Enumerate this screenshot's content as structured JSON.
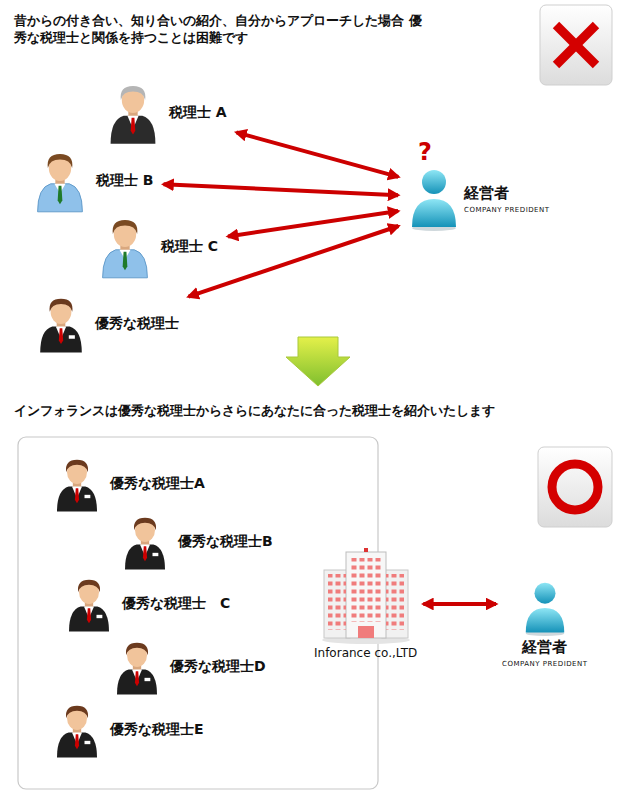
{
  "diagram": {
    "title": "昔からの付き合い、知り合いの紹介、自分からアプローチした場合 優秀な税理士と関係を持つことは困難です",
    "nodes": [
      {
        "text": [
          "税理士 A"
        ]
      },
      {
        "text": [
          "税理士 B"
        ]
      },
      {
        "text": [
          "税理士 C"
        ]
      },
      {
        "text": [
          "優秀な税理士"
        ]
      },
      {
        "text": [
          "経営者",
          "COMPANY PREDIDENT"
        ]
      },
      {
        "text": [
          "優秀な税理士A"
        ]
      },
      {
        "text": [
          "優秀な税理士B"
        ]
      },
      {
        "text": [
          "優秀な税理士　C"
        ]
      },
      {
        "text": [
          "優秀な税理士D"
        ]
      },
      {
        "text": [
          "優秀な税理士E"
        ]
      },
      {
        "text": [
          "Inforance co.,LTD"
        ]
      },
      {
        "text": [
          "経営者",
          "COMPANY PREDIDENT"
        ]
      }
    ],
    "edges": [
      {
        "from": 0,
        "to": 4,
        "arrow": "both"
      },
      {
        "from": 1,
        "to": 4,
        "arrow": "both"
      },
      {
        "from": 2,
        "to": 4,
        "arrow": "both"
      },
      {
        "from": 3,
        "to": 4,
        "arrow": "both"
      },
      {
        "from": 10,
        "to": 11,
        "arrow": "both"
      }
    ],
    "labels": [
      "?",
      "インフォランスは優秀な税理士からさらにあなたに合った税理士を紹介いたします"
    ]
  }
}
